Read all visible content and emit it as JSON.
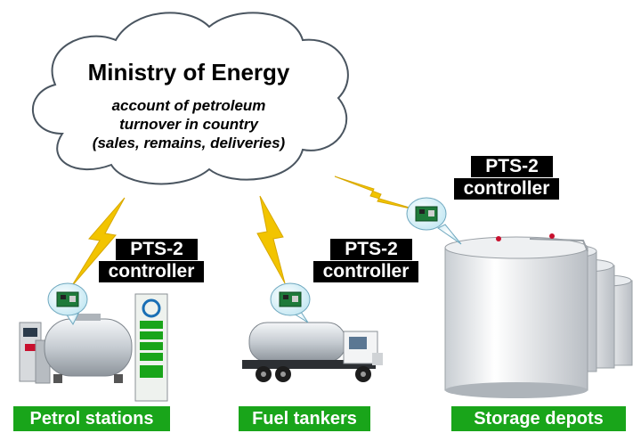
{
  "cloud": {
    "title": "Ministry of Energy",
    "line1": "account of petroleum",
    "line2": "turnover in country",
    "line3": "(sales, remains, deliveries)"
  },
  "controllers": [
    {
      "line1": "PTS-2",
      "line2": "controller"
    },
    {
      "line1": "PTS-2",
      "line2": "controller"
    },
    {
      "line1": "PTS-2",
      "line2": "controller"
    }
  ],
  "labels": {
    "petrol": "Petrol stations",
    "tankers": "Fuel tankers",
    "depots": "Storage depots"
  },
  "colors": {
    "label_green": "#19a51a",
    "lightning": "#f2c400",
    "bubble": "#bfe6f2"
  }
}
